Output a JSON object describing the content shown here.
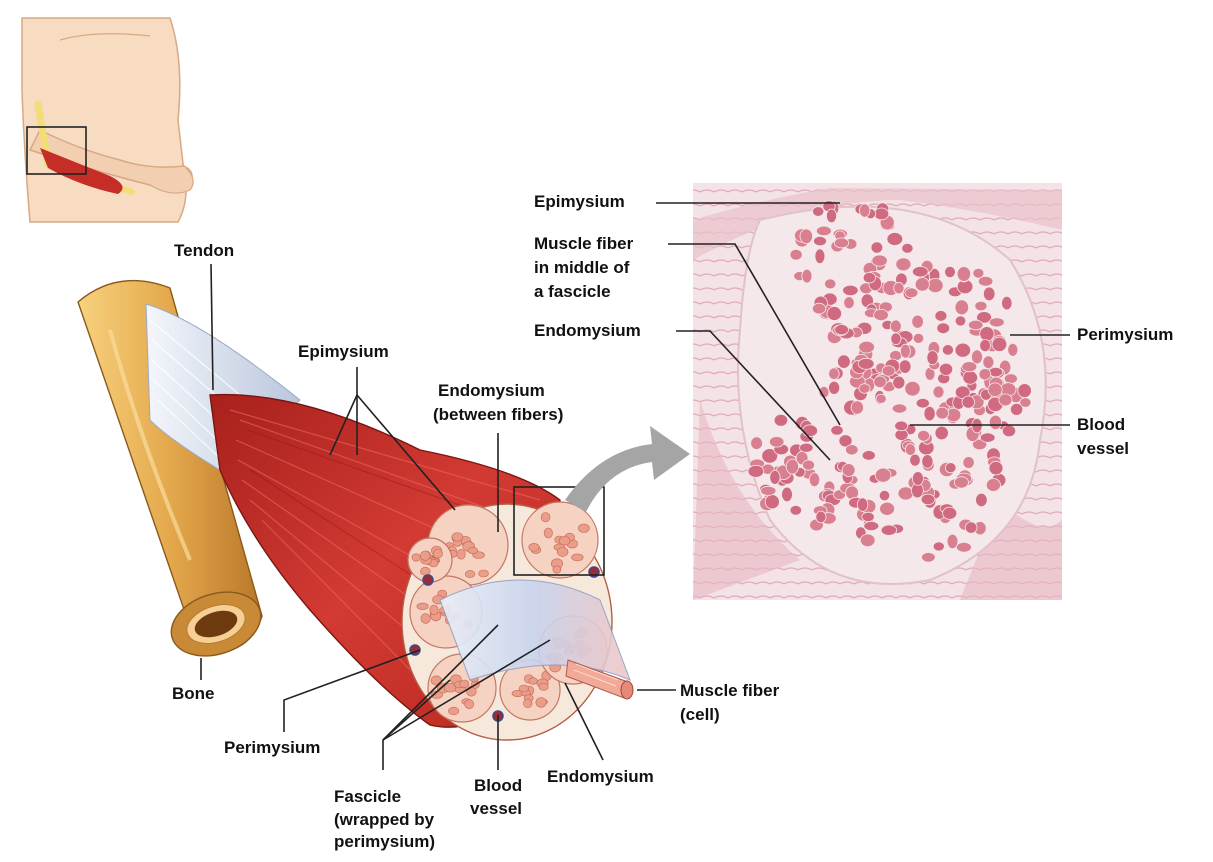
{
  "labels": {
    "tendon": "Tendon",
    "epimysium_left": "Epimysium",
    "endomysium_between_l1": "Endomysium",
    "endomysium_between_l2": "(between fibers)",
    "bone": "Bone",
    "perimysium_left": "Perimysium",
    "fascicle_l1": "Fascicle",
    "fascicle_l2": "(wrapped by",
    "fascicle_l3": "perimysium)",
    "blood_vessel_left_l1": "Blood",
    "blood_vessel_left_l2": "vessel",
    "endomysium_bottom": "Endomysium",
    "muscle_fiber_cell_l1": "Muscle fiber",
    "muscle_fiber_cell_l2": "(cell)",
    "epimysium_micro": "Epimysium",
    "muscle_fiber_middle_l1": "Muscle fiber",
    "muscle_fiber_middle_l2": "in middle of",
    "muscle_fiber_middle_l3": "a fascicle",
    "endomysium_micro": "Endomysium",
    "perimysium_micro": "Perimysium",
    "blood_vessel_micro_l1": "Blood",
    "blood_vessel_micro_l2": "vessel"
  },
  "colors": {
    "muscle_red": "#c9302c",
    "muscle_dark": "#8e1d1a",
    "bone_tan": "#e8b25a",
    "tendon_white": "#dfe6f0",
    "fascicle_pink": "#f2b8a6",
    "fiber_pink": "#e89a86",
    "micro_bg": "#f1dde3",
    "micro_fiber": "#c95a73",
    "skin": "#f6d9bd",
    "leader_line": "#222222",
    "arrow_gray": "#9a9a9a"
  }
}
